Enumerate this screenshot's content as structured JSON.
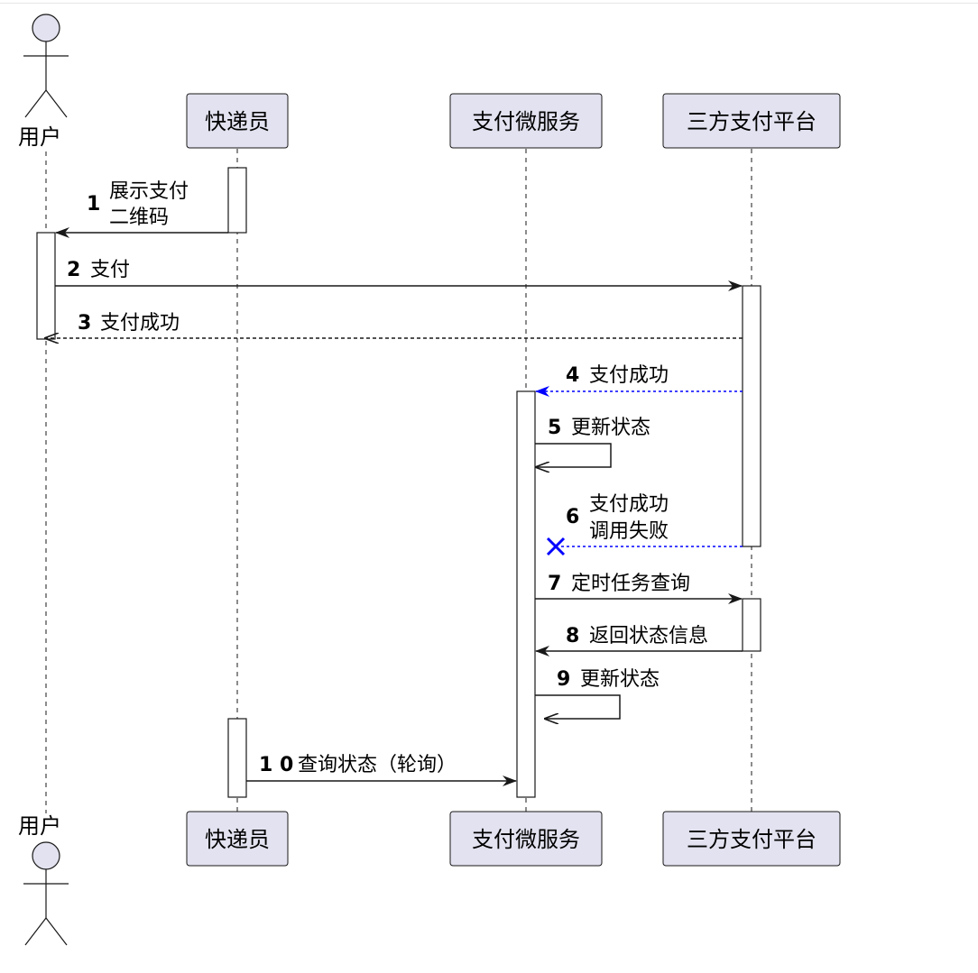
{
  "participants": [
    {
      "id": "user",
      "label": "用户",
      "kind": "actor"
    },
    {
      "id": "courier",
      "label": "快递员",
      "kind": "participant"
    },
    {
      "id": "paysvc",
      "label": "支付微服务",
      "kind": "participant"
    },
    {
      "id": "thirdparty",
      "label": "三方支付平台",
      "kind": "participant"
    }
  ],
  "messages": [
    {
      "num": "1",
      "from": "courier",
      "to": "user",
      "style": "solid",
      "lines": [
        "展示支付",
        "二维码"
      ]
    },
    {
      "num": "2",
      "from": "user",
      "to": "thirdparty",
      "style": "solid",
      "lines": [
        "支付"
      ]
    },
    {
      "num": "3",
      "from": "thirdparty",
      "to": "user",
      "style": "dotted",
      "lines": [
        "支付成功"
      ]
    },
    {
      "num": "4",
      "from": "thirdparty",
      "to": "paysvc",
      "style": "dotted-blue",
      "lines": [
        "支付成功"
      ]
    },
    {
      "num": "5",
      "from": "paysvc",
      "to": "paysvc",
      "style": "self",
      "lines": [
        "更新状态"
      ]
    },
    {
      "num": "6",
      "from": "thirdparty",
      "to": "paysvc",
      "style": "lost-blue",
      "lines": [
        "支付成功",
        "调用失败"
      ]
    },
    {
      "num": "7",
      "from": "paysvc",
      "to": "thirdparty",
      "style": "solid",
      "lines": [
        "定时任务查询"
      ]
    },
    {
      "num": "8",
      "from": "thirdparty",
      "to": "paysvc",
      "style": "solid",
      "lines": [
        "返回状态信息"
      ]
    },
    {
      "num": "9",
      "from": "paysvc",
      "to": "paysvc",
      "style": "self",
      "lines": [
        "更新状态"
      ]
    },
    {
      "num": "1 0",
      "from": "courier",
      "to": "paysvc",
      "style": "solid",
      "lines": [
        "查询状态（轮询）"
      ]
    }
  ],
  "colors": {
    "participant_fill": "#e2e2f0",
    "line": "#181818",
    "failure_blue": "#0000ff"
  }
}
